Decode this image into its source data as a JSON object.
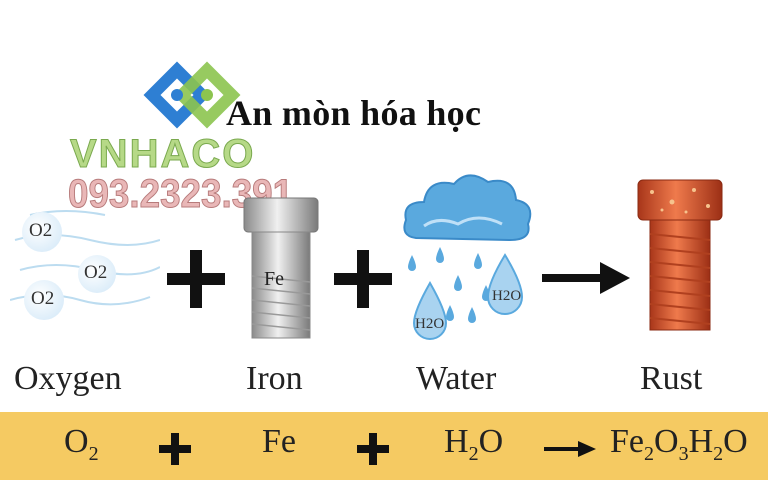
{
  "title": "An mòn hóa học",
  "logo": {
    "brand": "VNHACO",
    "phone": "093.2323.391"
  },
  "illustration": {
    "oxygen_bubble": "O2",
    "iron_tag": "Fe",
    "water_drop": "H2O"
  },
  "labels": {
    "oxygen": "Oxygen",
    "iron": "Iron",
    "water": "Water",
    "rust": "Rust"
  },
  "equation": {
    "o2": {
      "sym": "O",
      "sub": "2"
    },
    "fe": "Fe",
    "h2o": {
      "h": "H",
      "sub": "2",
      "o": "O"
    },
    "product": {
      "fe": "Fe",
      "fe_sub": "2",
      "o": "O",
      "o_sub": "3",
      "h": "H",
      "h_sub": "2",
      "o2": "O"
    }
  },
  "colors": {
    "band": "#f5ca62",
    "rust": "#e0572f",
    "water": "#4aa3dd",
    "iron": "#c8c8c8",
    "logo_blue": "#2e7fd3",
    "logo_green": "#8cc44f"
  },
  "icons": [
    "logo-mark-icon",
    "oxygen-bubble-icon",
    "plus-icon",
    "bolt-icon",
    "cloud-icon",
    "water-drop-icon",
    "arrow-right-icon",
    "rusty-bolt-icon"
  ]
}
